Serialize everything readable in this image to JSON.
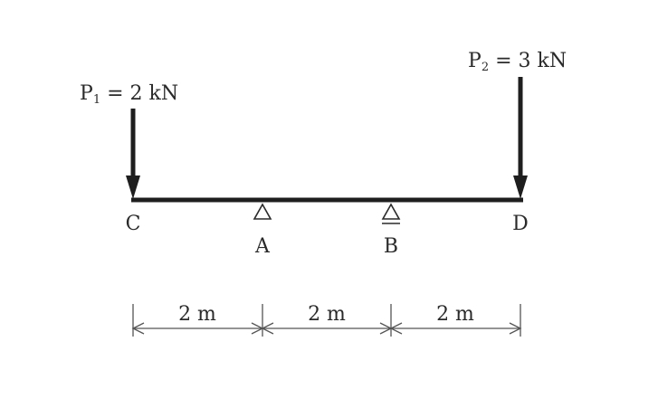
{
  "loads": {
    "p1": {
      "label_main": "P",
      "label_sub": "1",
      "label_rest": " = 2 kN"
    },
    "p2": {
      "label_main": "P",
      "label_sub": "2",
      "label_rest": " = 3 kN"
    }
  },
  "points": {
    "c": "C",
    "a": "A",
    "b": "B",
    "d": "D"
  },
  "dimensions": {
    "ca": "2 m",
    "ab": "2 m",
    "bd": "2 m"
  },
  "colors": {
    "beam": "#1e1e1e",
    "arrow": "#1e1e1e",
    "dim_line": "#555555",
    "text": "#2a2a2a"
  }
}
